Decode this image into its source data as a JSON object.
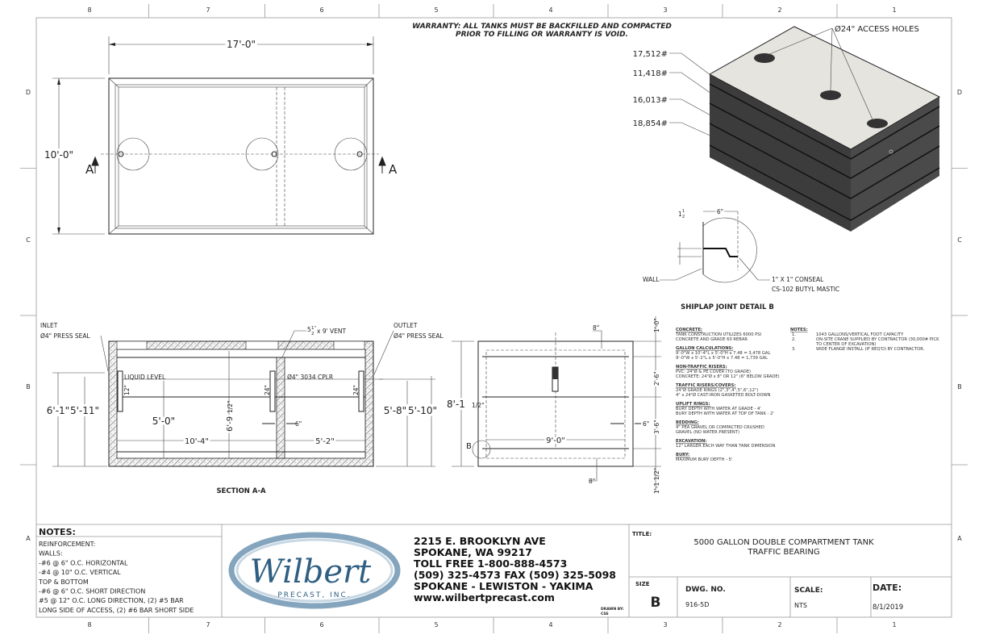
{
  "zones": {
    "columns": [
      "8",
      "7",
      "6",
      "5",
      "4",
      "3",
      "2",
      "1"
    ],
    "rows": [
      "D",
      "C",
      "B",
      "A"
    ]
  },
  "warranty": [
    "WARRANTY: ALL TANKS MUST BE BACKFILLED AND COMPACTED",
    "PRIOR TO FILLING OR WARRANTY IS VOID."
  ],
  "plan_view": {
    "length": "17'-0\"",
    "width": "10'-0\"",
    "section_marker": "A"
  },
  "iso_view": {
    "access_holes_label": "Ø24\" ACCESS HOLES",
    "weights": [
      "17,512#",
      "11,418#",
      "16,013#",
      "18,854#"
    ],
    "colors": {
      "top": "#e6e4de",
      "side": "#3c3c3c",
      "front": "#4a4a4a"
    }
  },
  "shiplap_detail": {
    "title": "SHIPLAP JOINT DETAIL B",
    "width_dim": "6\"",
    "height_dim_whole": "1",
    "height_dim_num": "1",
    "height_dim_den": "2",
    "wall_label": "WALL",
    "seal_label": [
      "1\" X 1\" CONSEAL",
      "CS-102 BUTYL MASTIC"
    ]
  },
  "section_aa": {
    "title": "SECTION A-A",
    "inlet": [
      "INLET",
      "Ø4\" PRESS SEAL"
    ],
    "outlet": [
      "OUTLET",
      "Ø4\" PRESS SEAL"
    ],
    "vent": {
      "whole": "5",
      "num": "1\"",
      "den": "2",
      "rest": "x 9' VENT"
    },
    "liquid_level": "LIQUID LEVEL",
    "coupler": "Ø4\" 3034 CPLR",
    "dims": {
      "inlet_height": "6'-1\"",
      "liquid_height": "5'-11\"",
      "liquid_depth": "5'-0\"",
      "inside_height": "6'-9",
      "inside_height_frac": "1/2\"",
      "compartment1": "10'-4\"",
      "compartment2": "5'-2\"",
      "wall": "6\"",
      "outlet_height": "5'-8\"",
      "outlet_liquid": "5'-10\"",
      "baffle1": "12\"",
      "baffle2": "24\"",
      "baffle3": "24\""
    }
  },
  "end_section": {
    "overall_height": "8'-1",
    "overall_height_frac": "1/2\"",
    "top_offset": "8\"",
    "bottom_offset": "8\"",
    "inside_width": "9'-0\"",
    "wall": "6\"",
    "segments": [
      "1'-0\"",
      "2'-6\"",
      "3'-6\"",
      "1'-1 1/2\""
    ],
    "detail_marker": "B"
  },
  "spec_notes": {
    "left": [
      {
        "heading": "CONCRETE:",
        "lines": [
          "TANK CONSTRUCTION UTILIZES 6000 PSI",
          "CONCRETE AND GRADE 60 REBAR"
        ]
      },
      {
        "heading": "GALLON CALCULATIONS:",
        "lines": [
          "9'-0\"W x 10'-4\"L x 5'-0\"H x 7.48 = 3,478 GAL",
          "9'-0\"W x  5'-2\"L x 5'-0\"H x 7.48 = 1,739 GAL"
        ]
      },
      {
        "heading": "NON-TRAFFIC RISERS:",
        "lines": [
          "PVC: 24\"Ø & PE COVER (TO GRADE)",
          "CONCRETE: 24\"Ø x 8\" OR 12\" (6\" BELOW GRADE)"
        ]
      },
      {
        "heading": "TRAFFIC RISERS/COVERS:",
        "lines": [
          "24\"Ø GRADE RINGS (2\",3\",4\",5\",6\",12\")",
          "4\" x 24\"Ø CAST-IRON GASKETED BOLT-DOWN"
        ]
      },
      {
        "heading": "UPLIFT RINGS:",
        "lines": [
          "BURY DEPTH WITH WATER AT GRADE - 4'",
          "BURY DEPTH WITH WATER AT TOP OF TANK - 2'"
        ]
      },
      {
        "heading": "BEDDING:",
        "lines": [
          "4\" PEA GRAVEL OR COMPACTED CRUSHED",
          "GRAVEL (NO WATER PRESENT)"
        ]
      },
      {
        "heading": "EXCAVATION:",
        "lines": [
          "12\" LARGER EACH WAY THAN TANK DIMENSION"
        ]
      },
      {
        "heading": "BURY:",
        "lines": [
          "MAXIMUM BURY DEPTH - 5'"
        ]
      }
    ],
    "right_heading": "NOTES:",
    "right": [
      {
        "num": "1.",
        "lines": [
          "1043 GALLONS/VERTICAL FOOT CAPACITY"
        ]
      },
      {
        "num": "2.",
        "lines": [
          "ON-SITE CRANE SUPPLIED BY CONTRACTOR (30,000# PICK",
          "TO CENTER OF EXCAVATION)"
        ]
      },
      {
        "num": "3.",
        "lines": [
          "WIDE FLANGE INSTALL (IF REQ'D) BY CONTRACTOR."
        ]
      }
    ]
  },
  "notes_block": {
    "title": "NOTES:",
    "lines": [
      "REINFORCEMENT:",
      "WALLS:",
      "-#6 @   6\" O.C. HORIZONTAL",
      "-#4 @ 10\" O.C. VERTICAL",
      "TOP & BOTTOM",
      "-#6 @ 6\" O.C. SHORT DIRECTION",
      "#5 @ 12\" O.C. LONG DIRECTION, (2) #5 BAR",
      "LONG SIDE OF ACCESS, (2) #6 BAR SHORT SIDE"
    ]
  },
  "logo": {
    "name": "Wilbert",
    "sub": "PRECAST, INC.",
    "color": "#2f5f82"
  },
  "address": {
    "lines": [
      "2215 E. BROOKLYN AVE",
      "SPOKANE, WA 99217",
      "TOLL FREE 1-800-888-4573",
      "(509) 325-4573      FAX (509) 325-5098",
      "SPOKANE - LEWISTON - YAKIMA",
      "www.wilbertprecast.com"
    ],
    "drawn_by_label": "DRAWN BY:",
    "drawn_by": "CSS"
  },
  "title_block": {
    "title_label": "TITLE:",
    "title": [
      "5000 GALLON DOUBLE COMPARTMENT TANK",
      "TRAFFIC BEARING"
    ],
    "size_label": "SIZE",
    "size": "B",
    "dwg_label": "DWG.  NO.",
    "dwg": "916-5D",
    "scale_label": "SCALE:",
    "scale": "NTS",
    "date_label": "DATE:",
    "date": "8/1/2019"
  }
}
